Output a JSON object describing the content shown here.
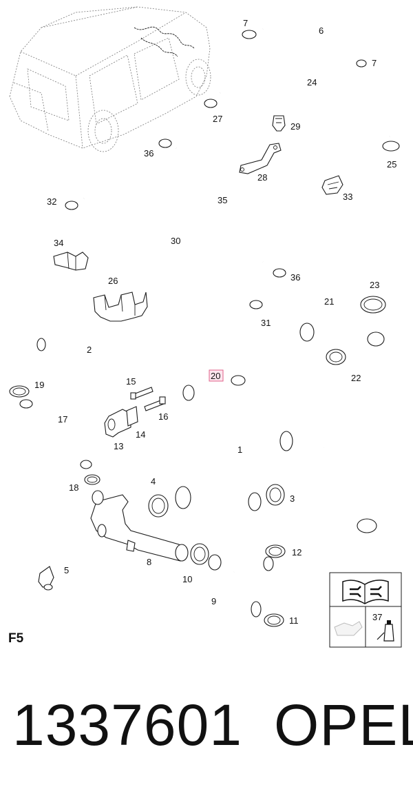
{
  "diagram": {
    "callouts": [
      {
        "id": "c7a",
        "text": "7"
      },
      {
        "id": "c6",
        "text": "6"
      },
      {
        "id": "c7b",
        "text": "7"
      },
      {
        "id": "c24",
        "text": "24"
      },
      {
        "id": "c27",
        "text": "27"
      },
      {
        "id": "c29",
        "text": "29"
      },
      {
        "id": "c25",
        "text": "25"
      },
      {
        "id": "c36a",
        "text": "36"
      },
      {
        "id": "c28",
        "text": "28"
      },
      {
        "id": "c33",
        "text": "33"
      },
      {
        "id": "c32",
        "text": "32"
      },
      {
        "id": "c35",
        "text": "35"
      },
      {
        "id": "c30",
        "text": "30"
      },
      {
        "id": "c34",
        "text": "34"
      },
      {
        "id": "c36b",
        "text": "36"
      },
      {
        "id": "c26",
        "text": "26"
      },
      {
        "id": "c23",
        "text": "23"
      },
      {
        "id": "c21",
        "text": "21"
      },
      {
        "id": "c31",
        "text": "31"
      },
      {
        "id": "c2",
        "text": "2"
      },
      {
        "id": "c22",
        "text": "22"
      },
      {
        "id": "c20",
        "text": "20"
      },
      {
        "id": "c19",
        "text": "19"
      },
      {
        "id": "c15",
        "text": "15"
      },
      {
        "id": "c17",
        "text": "17"
      },
      {
        "id": "c16",
        "text": "16"
      },
      {
        "id": "c14",
        "text": "14"
      },
      {
        "id": "c13",
        "text": "13"
      },
      {
        "id": "c1",
        "text": "1"
      },
      {
        "id": "c18",
        "text": "18"
      },
      {
        "id": "c4",
        "text": "4"
      },
      {
        "id": "c3",
        "text": "3"
      },
      {
        "id": "c12",
        "text": "12"
      },
      {
        "id": "c8",
        "text": "8"
      },
      {
        "id": "c5",
        "text": "5"
      },
      {
        "id": "c10",
        "text": "10"
      },
      {
        "id": "c9",
        "text": "9"
      },
      {
        "id": "c11",
        "text": "11"
      },
      {
        "id": "c37",
        "text": "37"
      }
    ],
    "section_code": "F5"
  },
  "footer": {
    "part_number": "1337601",
    "brand": "OPEL"
  }
}
